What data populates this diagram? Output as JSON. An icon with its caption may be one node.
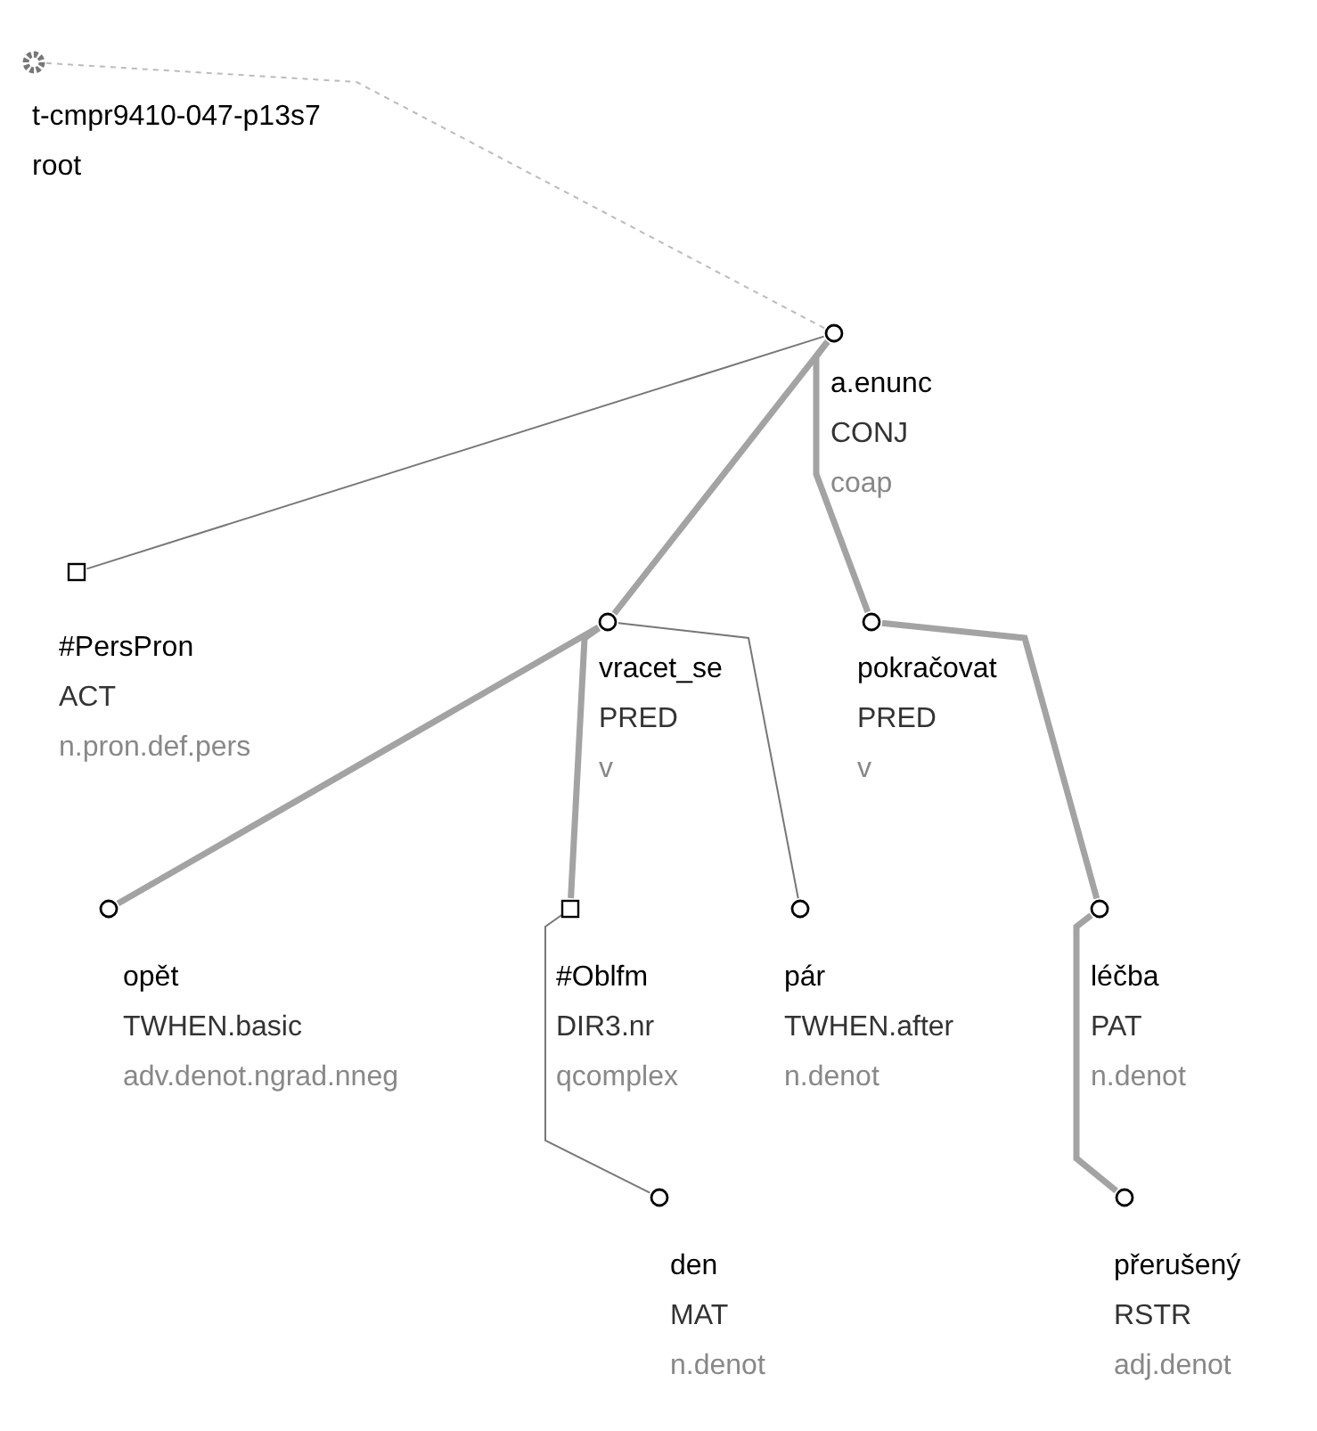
{
  "diagram": {
    "nodes": [
      {
        "text": [
          "t-cmpr9410-047-p13s7",
          "root"
        ]
      },
      {
        "text": [
          "a.enunc",
          "CONJ",
          "coap"
        ]
      },
      {
        "text": [
          "#PersPron",
          "ACT",
          "n.pron.def.pers"
        ]
      },
      {
        "text": [
          "vracet_se",
          "PRED",
          "v"
        ]
      },
      {
        "text": [
          "pokračovat",
          "PRED",
          "v"
        ]
      },
      {
        "text": [
          "opět",
          "TWHEN.basic",
          "adv.denot.ngrad.nneg"
        ]
      },
      {
        "text": [
          "#Oblfm",
          "DIR3.nr",
          "qcomplex"
        ]
      },
      {
        "text": [
          "pár",
          "TWHEN.after",
          "n.denot"
        ]
      },
      {
        "text": [
          "léčba",
          "PAT",
          "n.denot"
        ]
      },
      {
        "text": [
          "den",
          "MAT",
          "n.denot"
        ]
      },
      {
        "text": [
          "přerušený",
          "RSTR",
          "adj.denot"
        ]
      }
    ],
    "edges": [
      {
        "from": 0,
        "to": 1,
        "arrow": "none",
        "style": "dashed"
      },
      {
        "from": 1,
        "to": 2,
        "arrow": "none",
        "color": "#777777"
      },
      {
        "from": 1,
        "to": 3,
        "arrow": "none"
      },
      {
        "from": 1,
        "to": 4,
        "arrow": "none"
      },
      {
        "from": 3,
        "to": 5,
        "arrow": "none"
      },
      {
        "from": 3,
        "to": 6,
        "arrow": "none"
      },
      {
        "from": 3,
        "to": 7,
        "arrow": "none",
        "color": "#777777"
      },
      {
        "from": 4,
        "to": 8,
        "arrow": "none"
      },
      {
        "from": 6,
        "to": 9,
        "arrow": "none",
        "color": "#777777"
      },
      {
        "from": 8,
        "to": 10,
        "arrow": "none"
      }
    ]
  }
}
